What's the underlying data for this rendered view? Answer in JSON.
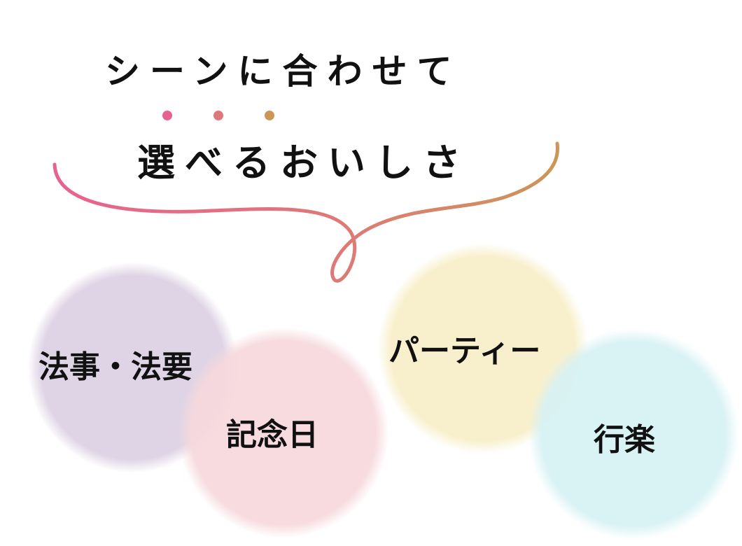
{
  "heading": {
    "line1": "シーンに合わせて",
    "line2": "選べるおいしさ"
  },
  "colors": {
    "dot1": "#e8628f",
    "dot2": "#df7878",
    "dot3": "#cc9656",
    "curve_start": "#e8628f",
    "curve_end": "#cc9656"
  },
  "scenes": [
    {
      "label": "法事・法要",
      "color": "#dfd4e5"
    },
    {
      "label": "記念日",
      "color": "#f6d8dc"
    },
    {
      "label": "パーティー",
      "color": "#f8f0cc"
    },
    {
      "label": "行楽",
      "color": "#d6f1f3"
    }
  ]
}
